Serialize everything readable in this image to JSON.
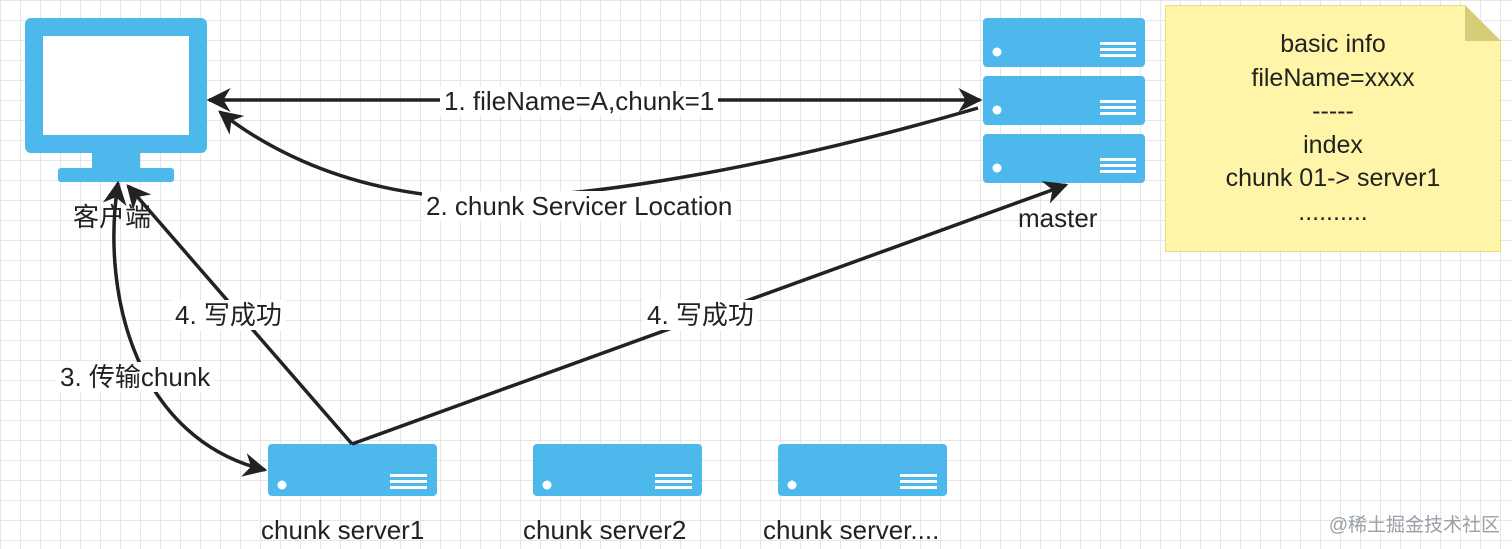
{
  "nodes": {
    "client": {
      "label": "客户端"
    },
    "master": {
      "label": "master"
    },
    "chunk_server1": {
      "label": "chunk server1"
    },
    "chunk_server2": {
      "label": "chunk server2"
    },
    "chunk_server_more": {
      "label": "chunk server...."
    }
  },
  "edges": {
    "request": {
      "label": "1. fileName=A,chunk=1"
    },
    "response": {
      "label": "2. chunk Servicer Location"
    },
    "transfer": {
      "label": "3. 传输chunk"
    },
    "ack_client": {
      "label": "4. 写成功"
    },
    "ack_master": {
      "label": "4. 写成功"
    }
  },
  "note": {
    "lines": [
      "basic info",
      "fileName=xxxx",
      "-----",
      "index",
      "chunk 01-> server1",
      ".........."
    ]
  },
  "watermark": "@稀土掘金技术社区",
  "colors": {
    "server_blue": "#4db8ec",
    "arrow": "#222222",
    "note_fill": "#fff5a8"
  }
}
